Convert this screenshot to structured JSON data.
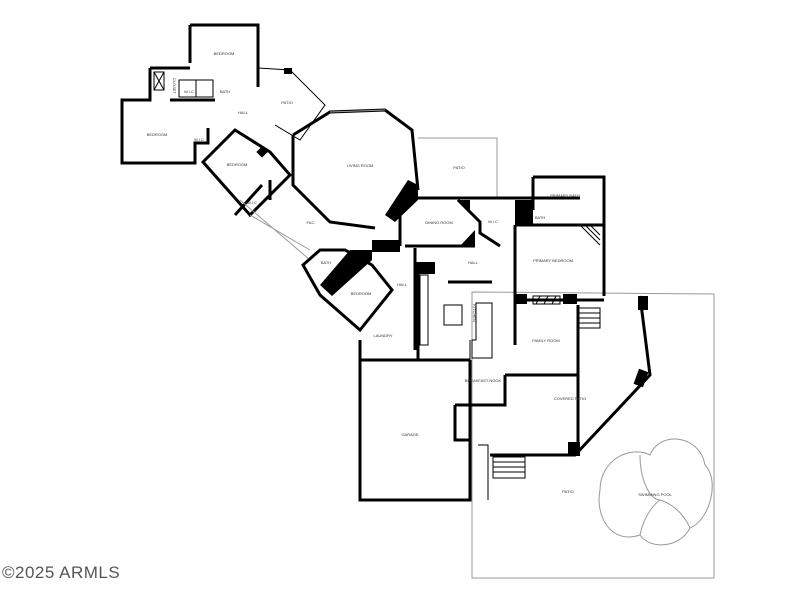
{
  "rooms": {
    "bedroom_north": "BEDROOM",
    "bedroom_west": "BEDROOM",
    "bedroom_center": "BEDROOM",
    "bedroom_south": "BEDROOM",
    "primary_bedroom": "PRIMARY BEDROOM",
    "wic_1": "W.I.C",
    "wic_2": "W.I.C",
    "wic_3": "W.I.C",
    "wic_primary": "W.I.C",
    "bath_1": "BATH",
    "bath_2": "BATH",
    "bath_primary_toilet": "BATH",
    "primary_bath": "PRIMARY BATH",
    "closet": "CLOSET",
    "hall_1": "HALL",
    "hall_2": "HALL",
    "hall_3": "HALL",
    "patio_nw": "PATIO",
    "patio_north": "PATIO",
    "patio_south": "PATIO",
    "living_room": "LIVING ROOM",
    "foyer": "FAC.",
    "dining_room": "DINING ROOM",
    "kitchen": "KITCHEN",
    "family_room": "FAMILY ROOM",
    "breakfast_nook": "BREAKFAST NOOK",
    "laundry": "LAUNDRY",
    "garage": "GARAGE",
    "covered_patio": "COVERED PATIO",
    "swimming_pool": "SWIMMING POOL"
  },
  "watermark": "©2025 ARMLS"
}
